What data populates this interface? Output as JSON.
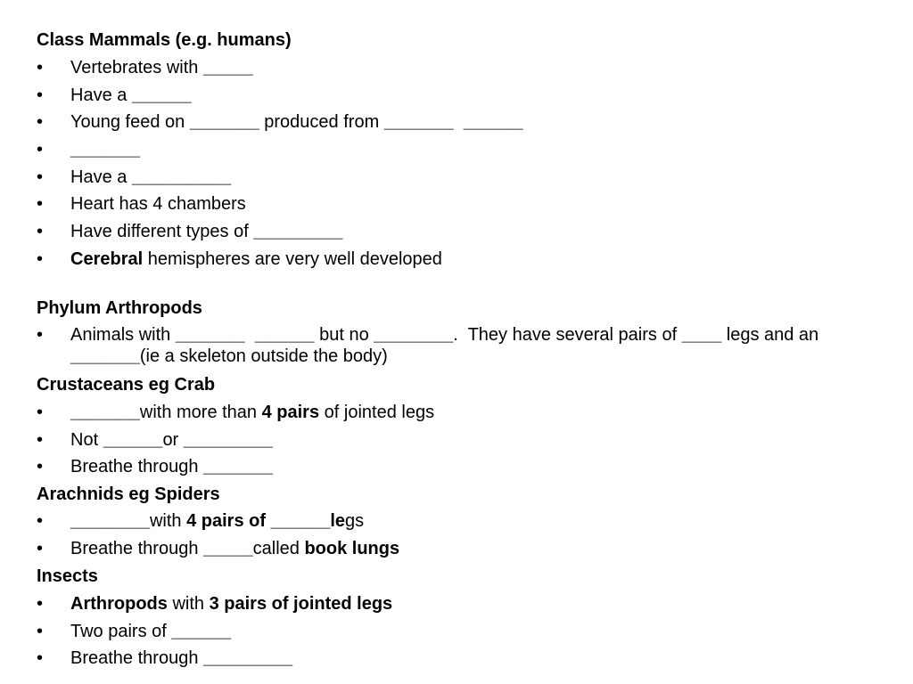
{
  "mammals": {
    "heading": "Class Mammals (e.g. humans)",
    "b1": [
      "Vertebrates with ",
      "_____"
    ],
    "b2": [
      "Have a ",
      "______"
    ],
    "b3": [
      "Young feed on ",
      "_______",
      " produced from ",
      "_______",
      "  ",
      "______"
    ],
    "b4": [
      "_______"
    ],
    "b5": [
      "Have a ",
      "__________"
    ],
    "b6": [
      "Heart has 4 chambers"
    ],
    "b7": [
      "Have different types of ",
      "_________"
    ],
    "b8": [
      "Cerebral",
      " hemispheres are very well developed"
    ]
  },
  "arthropods": {
    "heading": "Phylum Arthropods",
    "b1": [
      "Animals with ",
      "_______",
      "  ",
      "______",
      " but no ",
      "________",
      ".  They have several pairs of ",
      "____",
      " legs and an ",
      "_______",
      "(ie a skeleton outside the body)"
    ]
  },
  "crustaceans": {
    "heading": "Crustaceans eg Crab",
    "b1": [
      "_______",
      "with more than ",
      "4 pairs",
      " of jointed legs"
    ],
    "b2": [
      "Not ",
      "______",
      "or ",
      "_________"
    ],
    "b3": [
      "Breathe through ",
      "_______"
    ]
  },
  "arachnids": {
    "heading": "Arachnids eg Spiders",
    "b1": [
      "________",
      "with ",
      "4 pairs of ",
      "______",
      "le",
      "gs"
    ],
    "b2": [
      "Breathe through ",
      "_____",
      "called ",
      "book lungs"
    ]
  },
  "insects": {
    "heading": "Insects",
    "b1": [
      "Arthropods",
      " with ",
      "3 pairs of jointed legs"
    ],
    "b2": [
      "Two pairs of ",
      "______"
    ],
    "b3": [
      "Breathe through ",
      "_________"
    ]
  },
  "bullet_char": "•"
}
